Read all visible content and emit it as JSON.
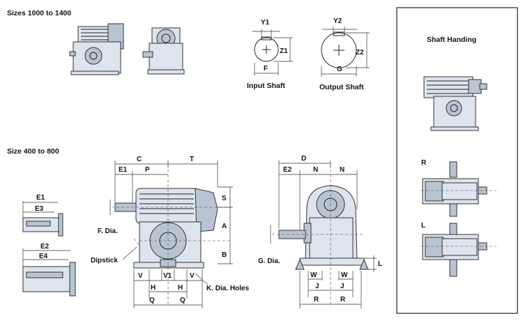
{
  "headings": {
    "sizes_large": "Sizes 1000 to 1400",
    "sizes_small": "Size 400 to 800",
    "shaft_handing": "Shaft Handing"
  },
  "shaft_labels": {
    "input_shaft": "Input Shaft",
    "output_shaft": "Output Shaft",
    "y1": "Y1",
    "z1": "Z1",
    "f": "F",
    "y2": "Y2",
    "z2": "Z2",
    "g": "G"
  },
  "side_view": {
    "c": "C",
    "t": "T",
    "e1": "E1",
    "p": "P",
    "s": "S",
    "a": "A",
    "b": "B",
    "f_dia": "F. Dia.",
    "dipstick": "Dipstick",
    "v_left": "V",
    "v1": "V1",
    "v_right": "V",
    "h_left": "H",
    "h_right": "H",
    "q_left": "Q",
    "q_right": "Q",
    "k_dia_holes": "K. Dia. Holes"
  },
  "front_view": {
    "d": "D",
    "e2": "E2",
    "n_left": "N",
    "n_right": "N",
    "g_dia": "G. Dia.",
    "l": "L",
    "w_left": "W",
    "w_right": "W",
    "j_left": "J",
    "j_right": "J",
    "r_left": "R",
    "r_right": "R"
  },
  "shaft_details": {
    "e1": "E1",
    "e3": "E3",
    "e2": "E2",
    "e4": "E4"
  },
  "handing": {
    "r": "R",
    "l": "L"
  }
}
